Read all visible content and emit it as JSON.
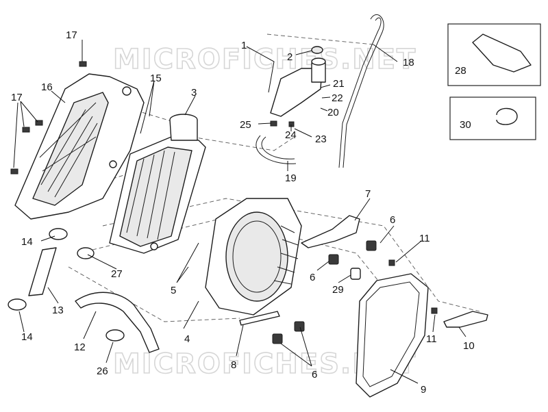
{
  "watermark": "MICROFICHES.NET",
  "callouts": [
    "1",
    "2",
    "3",
    "4",
    "5",
    "6",
    "7",
    "8",
    "9",
    "10",
    "11",
    "12",
    "13",
    "14",
    "15",
    "16",
    "17",
    "18",
    "19",
    "20",
    "21",
    "22",
    "23",
    "24",
    "25",
    "26",
    "27",
    "28",
    "29",
    "30"
  ]
}
